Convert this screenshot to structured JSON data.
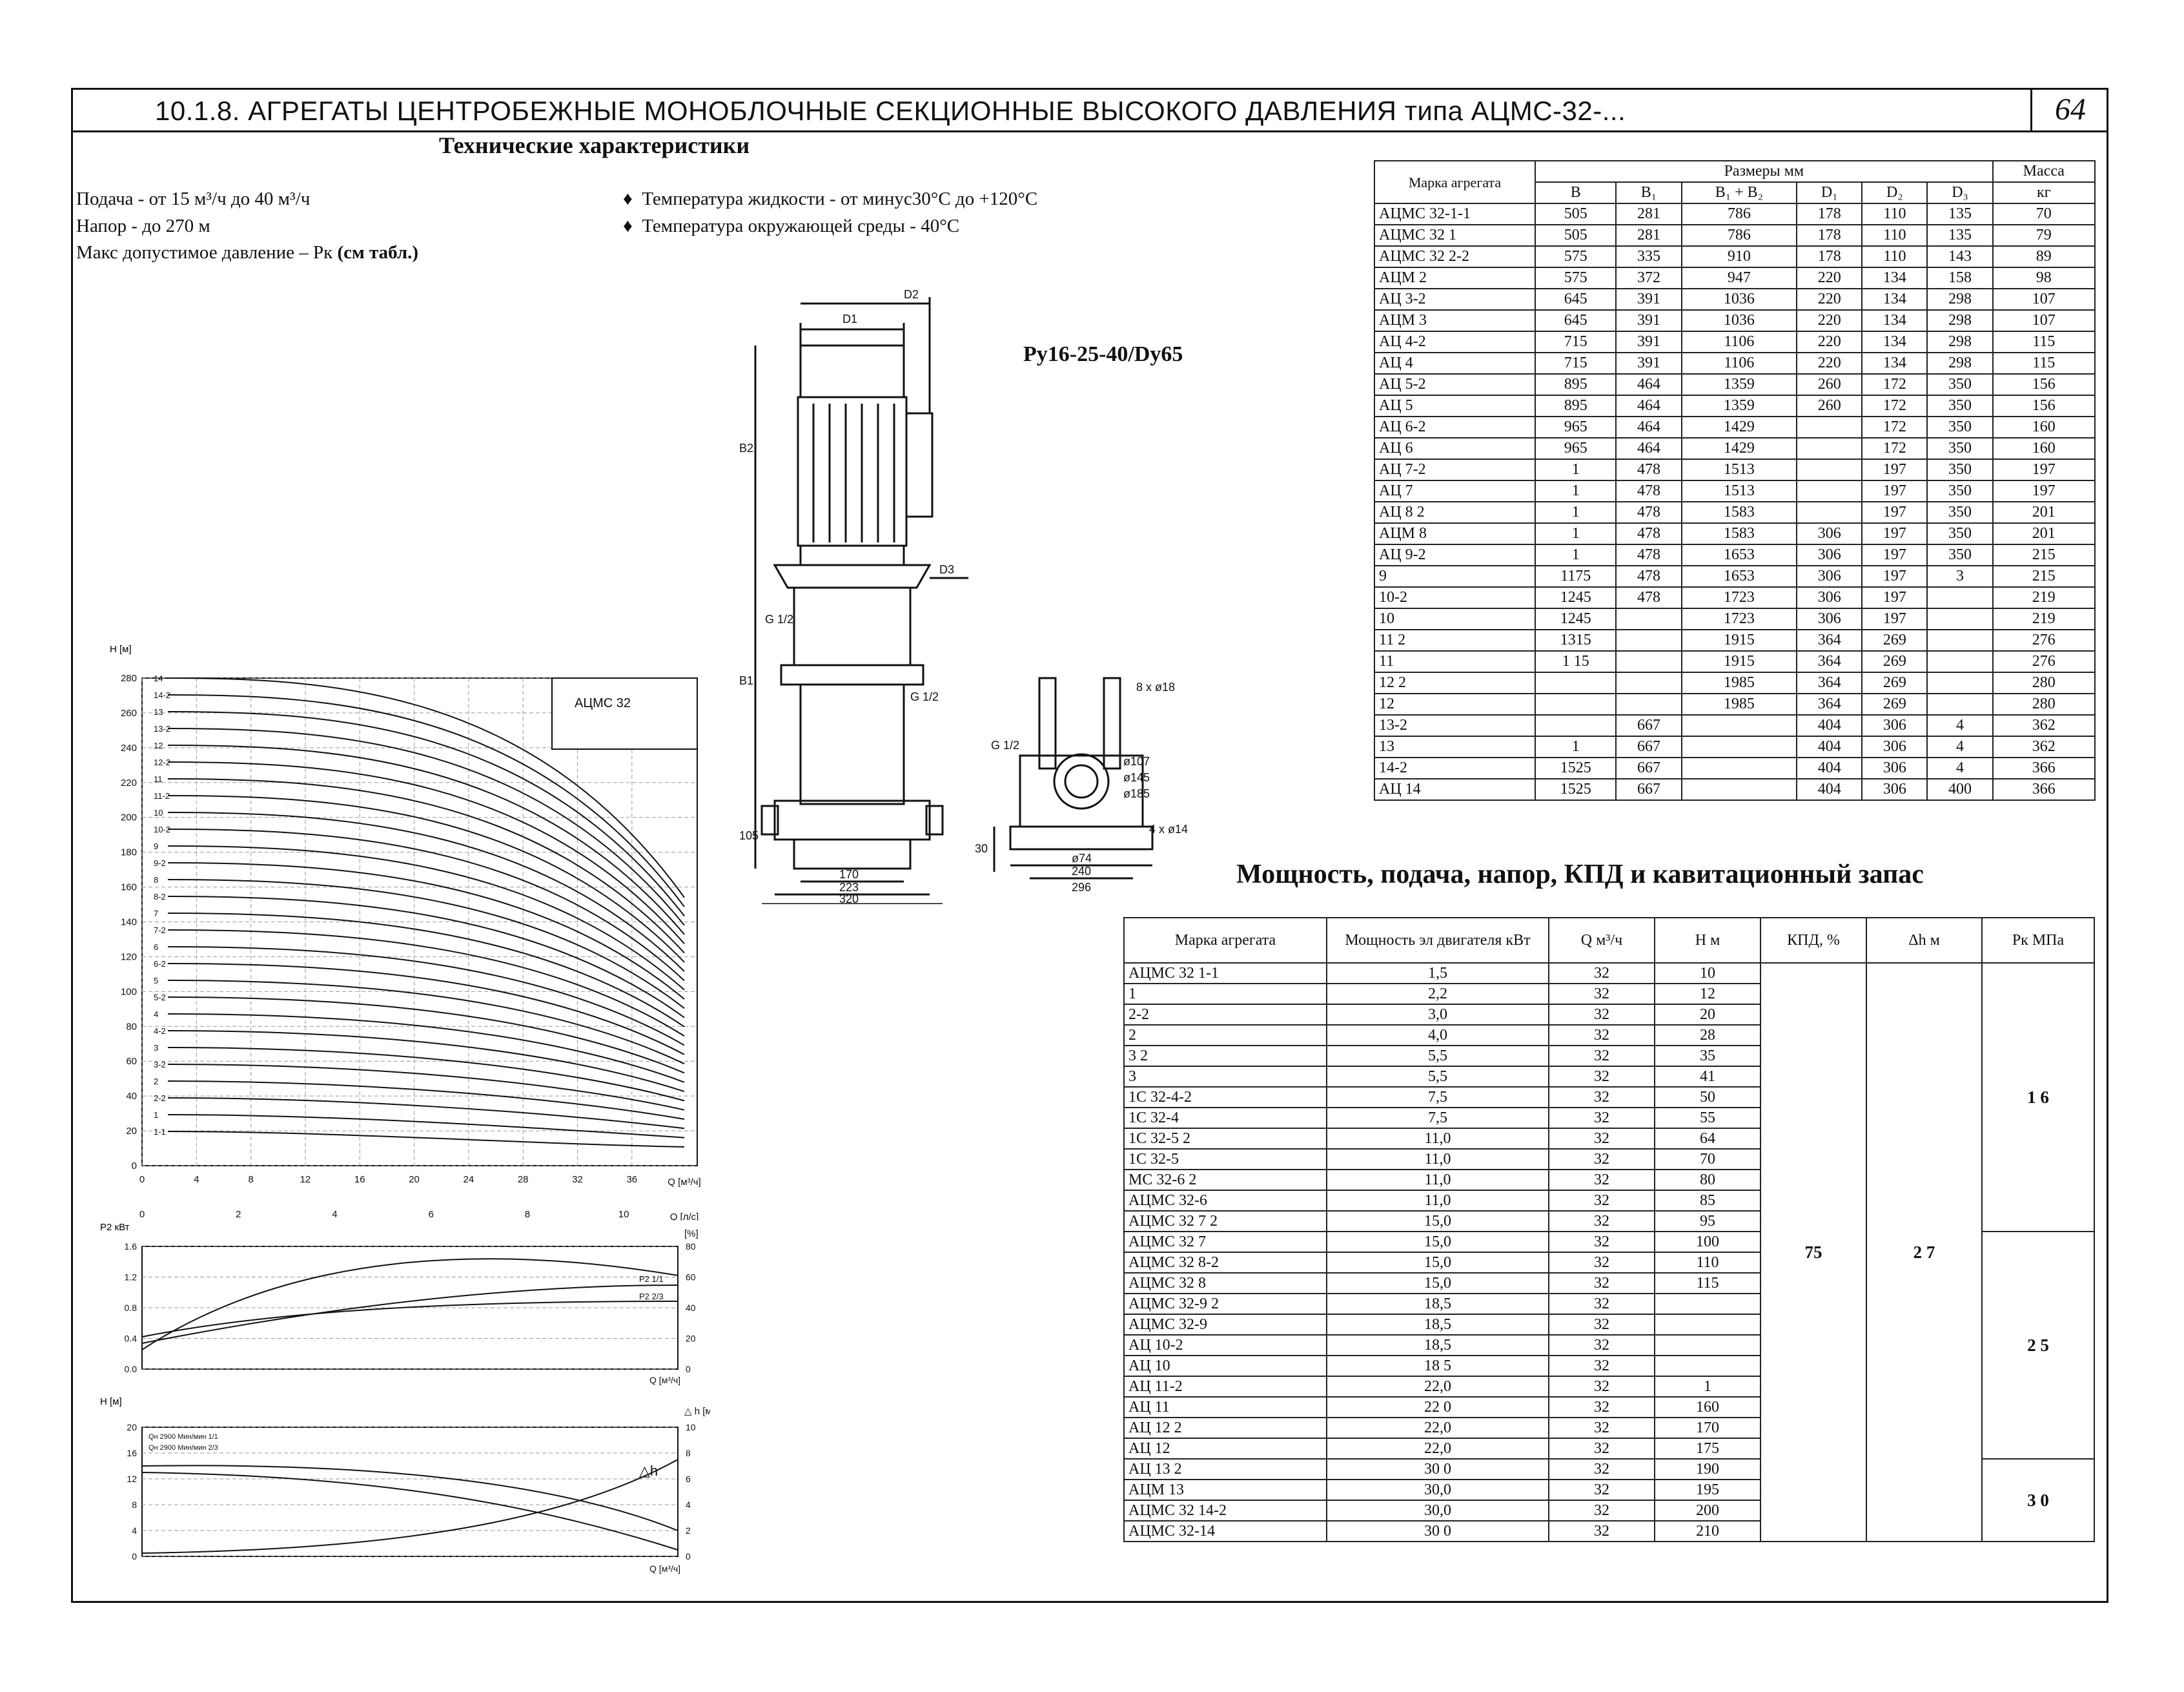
{
  "header": {
    "title": "10.1.8. АГРЕГАТЫ ЦЕНТРОБЕЖНЫЕ МОНОБЛОЧНЫЕ СЕКЦИОННЫЕ ВЫСОКОГО ДАВЛЕНИЯ типа АЦМС-32-...",
    "page_number": "64"
  },
  "specs": {
    "subtitle": "Технические характеристики",
    "feed": "Подача - от 15 м³/ч до 40 м³/ч",
    "head": "Напор - до 270 м",
    "max_pressure": "Макс допустимое давление – Рк",
    "max_pressure_note": "(см табл.)",
    "liquid_temp": "Температура жидкости - от минус30°С до +120°С",
    "ambient_temp": "Температура окружающей среды - 40°С"
  },
  "drawing": {
    "label": "Ру16-25-40/Dу65",
    "dims": {
      "D1": "D1",
      "D2": "D2",
      "B2": "B2",
      "B1": "B1",
      "D3": "D3",
      "g12a": "G 1/2",
      "g12b": "G 1/2",
      "g12c": "G 1/2",
      "h105": "105",
      "w170": "170",
      "w223": "223",
      "w320": "320",
      "h30": "30",
      "w240": "240",
      "w296": "296",
      "d74": "ø74",
      "holes8": "8 x ø18",
      "holes4": "4 x ø14",
      "d107": "ø107",
      "d145": "ø145",
      "d185": "ø185"
    }
  },
  "charts": {
    "main": {
      "ylabel": "H\n[м]",
      "legend": "АЦМС 32",
      "xlabel": "Q [м³/ч]",
      "xlabel2": "Q [л/с]",
      "yticks": [
        "280",
        "260",
        "240",
        "220",
        "200",
        "180",
        "160",
        "140",
        "120",
        "100",
        "80",
        "60",
        "40",
        "20",
        "0"
      ],
      "xticks": [
        "0",
        "4",
        "8",
        "12",
        "16",
        "20",
        "24",
        "28",
        "32",
        "36"
      ],
      "xticks2": [
        "0",
        "2",
        "4",
        "6",
        "8",
        "10"
      ],
      "curve_labels": [
        "14",
        "14-2",
        "13",
        "13-2",
        "12",
        "12-2",
        "11",
        "11-2",
        "10",
        "10-2",
        "9",
        "9-2",
        "8",
        "8-2",
        "7",
        "7-2",
        "6",
        "6-2",
        "5",
        "5-2",
        "4",
        "4-2",
        "3",
        "3-2",
        "2",
        "2-2",
        "1",
        "1-1"
      ]
    },
    "power": {
      "ylabel": "P2\nкВт",
      "y2label": "[%]",
      "yticks": [
        "1.6",
        "1.2",
        "0.8",
        "0.4",
        "0.0"
      ],
      "y2ticks": [
        "80",
        "60",
        "40",
        "20",
        "0"
      ],
      "labels": [
        "P2 1/1",
        "P2 2/3"
      ],
      "xlabel": "Q [м³/ч]"
    },
    "npsh": {
      "ylabel": "H\n[м]",
      "y2label": "△ h\n[м]",
      "yticks": [
        "20",
        "16",
        "12",
        "8",
        "4",
        "0"
      ],
      "y2ticks": [
        "10",
        "8",
        "6",
        "4",
        "2",
        "0"
      ],
      "legend1": "Qн 2900 Мин/мин 1/1",
      "legend2": "Qн 2900 Мин/мин 2/3",
      "mark": "△h",
      "xlabel": "Q [м³/ч]"
    }
  },
  "dims_table": {
    "headers": {
      "model": "Марка агрегата",
      "sizes": "Размеры мм",
      "mass": "Масса",
      "b": "B",
      "b1": "B₁",
      "b1b2": "B₁ + B₂",
      "d1": "D₁",
      "d2": "D₂",
      "d3": "D₃",
      "kg": "кг"
    },
    "rows": [
      [
        "АЦМС 32-1-1",
        "505",
        "281",
        "786",
        "178",
        "110",
        "135",
        "70"
      ],
      [
        "АЦМС 32 1",
        "505",
        "281",
        "786",
        "178",
        "110",
        "135",
        "79"
      ],
      [
        "АЦМС 32 2-2",
        "575",
        "335",
        "910",
        "178",
        "110",
        "143",
        "89"
      ],
      [
        "АЦМ  2",
        "575",
        "372",
        "947",
        "220",
        "134",
        "158",
        "98"
      ],
      [
        "АЦ  3-2",
        "645",
        "391",
        "1036",
        "220",
        "134",
        "298",
        "107"
      ],
      [
        "АЦМ  3",
        "645",
        "391",
        "1036",
        "220",
        "134",
        "298",
        "107"
      ],
      [
        "АЦ  4-2",
        "715",
        "391",
        "1106",
        "220",
        "134",
        "298",
        "115"
      ],
      [
        "АЦ  4",
        "715",
        "391",
        "1106",
        "220",
        "134",
        "298",
        "115"
      ],
      [
        "АЦ  5-2",
        "895",
        "464",
        "1359",
        "260",
        "172",
        "350",
        "156"
      ],
      [
        "АЦ  5",
        "895",
        "464",
        "1359",
        "260",
        "172",
        "350",
        "156"
      ],
      [
        "АЦ  6-2",
        "965",
        "464",
        "1429",
        "",
        "172",
        "350",
        "160"
      ],
      [
        "АЦ  6",
        "965",
        "464",
        "1429",
        "",
        "172",
        "350",
        "160"
      ],
      [
        "АЦ  7-2",
        "1",
        "478",
        "1513",
        "",
        "197",
        "350",
        "197"
      ],
      [
        "АЦ  7",
        "1",
        "478",
        "1513",
        "",
        "197",
        "350",
        "197"
      ],
      [
        "АЦ  8 2",
        "1",
        "478",
        "1583",
        "",
        "197",
        "350",
        "201"
      ],
      [
        "АЦМ  8",
        "1",
        "478",
        "1583",
        "306",
        "197",
        "350",
        "201"
      ],
      [
        "АЦ  9-2",
        "1",
        "478",
        "1653",
        "306",
        "197",
        "350",
        "215"
      ],
      [
        "9",
        "1175",
        "478",
        "1653",
        "306",
        "197",
        "3",
        "215"
      ],
      [
        "10-2",
        "1245",
        "478",
        "1723",
        "306",
        "197",
        "",
        "219"
      ],
      [
        "10",
        "1245",
        "",
        "1723",
        "306",
        "197",
        "",
        "219"
      ],
      [
        "11 2",
        "1315",
        "",
        "1915",
        "364",
        "269",
        "",
        "276"
      ],
      [
        "11",
        "1 15",
        "",
        "1915",
        "364",
        "269",
        "",
        "276"
      ],
      [
        "12 2",
        "",
        "",
        "1985",
        "364",
        "269",
        "",
        "280"
      ],
      [
        "12",
        "",
        "",
        "1985",
        "364",
        "269",
        "",
        "280"
      ],
      [
        "13-2",
        "",
        "667",
        "",
        "404",
        "306",
        "4",
        "362"
      ],
      [
        "13",
        "1",
        "667",
        "",
        "404",
        "306",
        "4",
        "362"
      ],
      [
        "14-2",
        "1525",
        "667",
        "",
        "404",
        "306",
        "4",
        "366"
      ],
      [
        "АЦ  14",
        "1525",
        "667",
        "",
        "404",
        "306",
        "400",
        "366"
      ]
    ]
  },
  "perf_table": {
    "title": "Мощность, подача, напор, КПД и кавитационный запас",
    "headers": {
      "model": "Марка агрегата",
      "power": "Мощность эл двигателя кВт",
      "q": "Q м³/ч",
      "h": "Н м",
      "eff": "КПД, %",
      "dh": "Δh м",
      "pk": "Рк МПа"
    },
    "rows": [
      [
        "АЦМС 32 1-1",
        "1,5",
        "32",
        "10"
      ],
      [
        "1",
        "2,2",
        "32",
        "12"
      ],
      [
        "2-2",
        "3,0",
        "32",
        "20"
      ],
      [
        "2",
        "4,0",
        "32",
        "28"
      ],
      [
        "3 2",
        "5,5",
        "32",
        "35"
      ],
      [
        "3",
        "5,5",
        "32",
        "41"
      ],
      [
        "1С 32-4-2",
        "7,5",
        "32",
        "50"
      ],
      [
        "1С 32-4",
        "7,5",
        "32",
        "55"
      ],
      [
        "1С 32-5 2",
        "11,0",
        "32",
        "64"
      ],
      [
        "1С 32-5",
        "11,0",
        "32",
        "70"
      ],
      [
        "МС 32-6 2",
        "11,0",
        "32",
        "80"
      ],
      [
        "АЦМС 32-6",
        "11,0",
        "32",
        "85"
      ],
      [
        "АЦМС 32 7 2",
        "15,0",
        "32",
        "95"
      ],
      [
        "АЦМС 32 7",
        "15,0",
        "32",
        "100"
      ],
      [
        "АЦМС 32 8-2",
        "15,0",
        "32",
        "110"
      ],
      [
        "АЦМС 32 8",
        "15,0",
        "32",
        "115"
      ],
      [
        "АЦМС 32-9 2",
        "18,5",
        "32",
        ""
      ],
      [
        "АЦМС 32-9",
        "18,5",
        "32",
        ""
      ],
      [
        "АЦ  10-2",
        "18,5",
        "32",
        ""
      ],
      [
        "АЦ  10",
        "18 5",
        "32",
        ""
      ],
      [
        "АЦ  11-2",
        "22,0",
        "32",
        "1"
      ],
      [
        "АЦ  11",
        "22 0",
        "32",
        "160"
      ],
      [
        "АЦ  12 2",
        "22,0",
        "32",
        "170"
      ],
      [
        "АЦ  12",
        "22,0",
        "32",
        "175"
      ],
      [
        "АЦ  13 2",
        "30 0",
        "32",
        "190"
      ],
      [
        "АЦМ  13",
        "30,0",
        "32",
        "195"
      ],
      [
        "АЦМС 32 14-2",
        "30,0",
        "32",
        "200"
      ],
      [
        "АЦМС 32-14",
        "30 0",
        "32",
        "210"
      ]
    ],
    "eff_value": "75",
    "dh_value": "2 7",
    "pk_16": "1 6",
    "pk_25": "2 5",
    "pk_30": "3 0"
  }
}
